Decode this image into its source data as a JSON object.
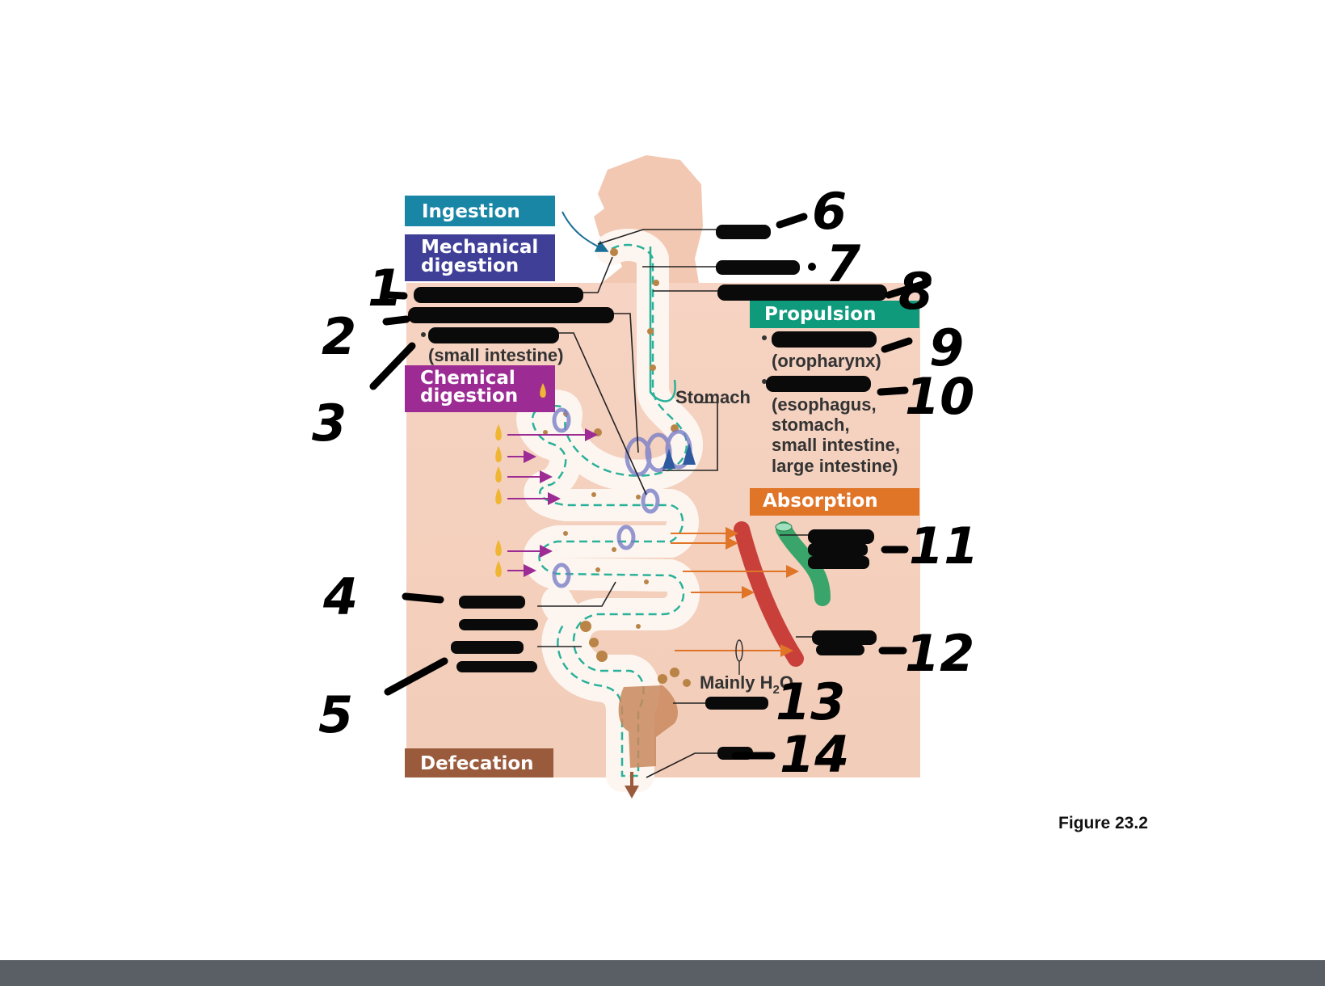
{
  "caption": "Figure 23.2",
  "boxes": {
    "ingestion": "Ingestion",
    "mechanical_line1": "Mechanical",
    "mechanical_line2": "digestion",
    "chemical_line1": "Chemical",
    "chemical_line2": "digestion",
    "propulsion": "Propulsion",
    "absorption": "Absorption",
    "defecation": "Defecation"
  },
  "labels": {
    "small_intestine_paren": "(small intestine)",
    "stomach": "Stomach",
    "oropharynx": "(oropharynx)",
    "peristalsis_l1": "(esophagus,",
    "peristalsis_l2": "stomach,",
    "peristalsis_l3": "small intestine,",
    "peristalsis_l4": "large intestine)",
    "mainly_h2o_prefix": "Mainly H",
    "mainly_h2o_sub": "2",
    "mainly_h2o_suffix": "O"
  },
  "handwritten_numbers": [
    "1",
    "2",
    "3",
    "4",
    "5",
    "6",
    "7",
    "8",
    "9",
    "10",
    "11",
    "12",
    "13",
    "14"
  ],
  "colors": {
    "ingestion": "#1a86a6",
    "mechanical": "#3f3f98",
    "chemical": "#9c2b94",
    "propulsion": "#0f9a7c",
    "absorption": "#e07427",
    "defecation": "#9a5a3c",
    "body": "#f3c8b2",
    "tract_wall": "#2bb19a",
    "blood": "#c9403b",
    "lymph": "#3aa56a"
  }
}
